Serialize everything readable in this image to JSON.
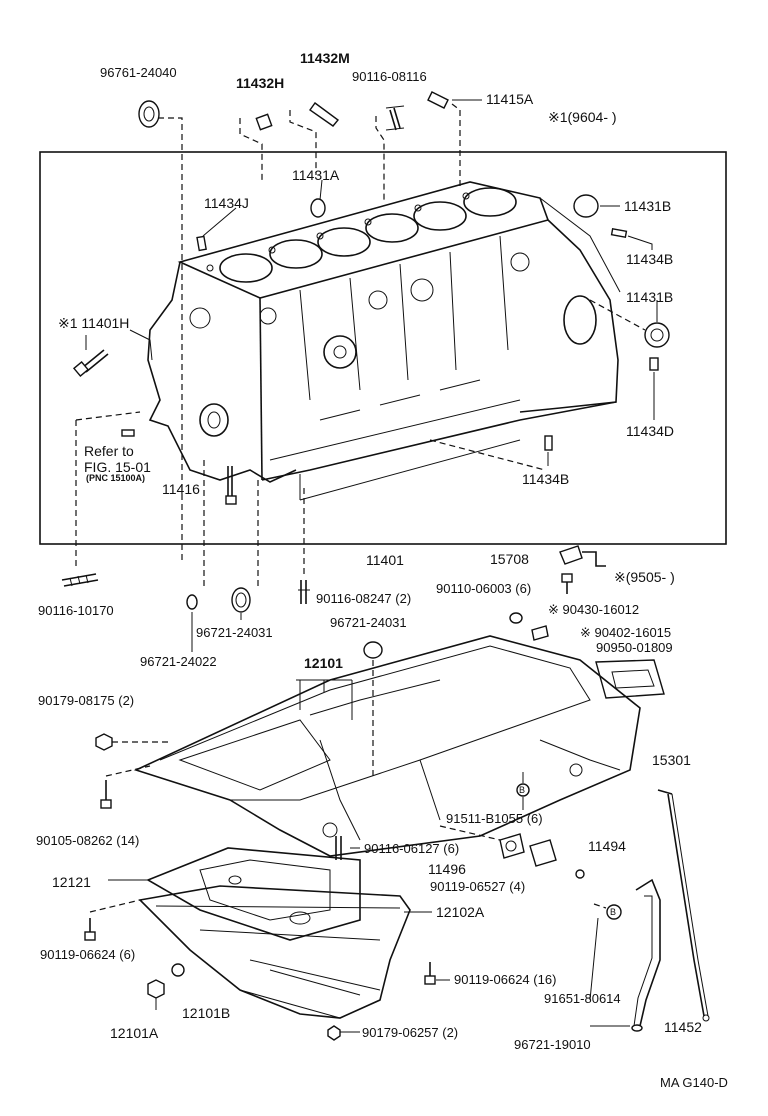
{
  "labels": {
    "p96761_24040": "96761-24040",
    "p11432M": "11432M",
    "p11432H": "11432H",
    "p90116_08116": "90116-08116",
    "p11415A": "11415A",
    "note9604": "※1(9604-        )",
    "p11434J": "11434J",
    "p11431A": "11431A",
    "p11431B_top": "11431B",
    "p11434B_top": "11434B",
    "p11431B_mid": "11431B",
    "p11401H": "※1 11401H",
    "p11434D": "11434D",
    "referTo": "Refer to",
    "fig": "FIG. 15-01",
    "pnc": "(PNC 15100A)",
    "p11416": "11416",
    "p11434B_bot": "11434B",
    "p11401": "11401",
    "p15708": "15708",
    "p90110_06003": "90110-06003 (6)",
    "note9505": "※(9505-        )",
    "p90116_10170": "90116-10170",
    "p90116_08247": "90116-08247 (2)",
    "p96721_24031_a": "96721-24031",
    "p90430_16012": "※ 90430-16012",
    "p96721_24031_b": "96721-24031",
    "p90402_16015": "※ 90402-16015",
    "p96721_24022": "96721-24022",
    "p12101": "12101",
    "p90950_01809": "90950-01809",
    "p90179_08175": "90179-08175 (2)",
    "p15301": "15301",
    "p91511_B1055": "91511-B1055 (6)",
    "p90105_08262": "90105-08262 (14)",
    "p90116_06127": "90116-06127 (6)",
    "p11494": "11494",
    "p11496": "11496",
    "p90119_06527": "90119-06527 (4)",
    "p12121": "12121",
    "p12102A": "12102A",
    "p90119_06624_a": "90119-06624 (6)",
    "p90119_06624_b": "90119-06624 (16)",
    "p12101B": "12101B",
    "p91651_80614": "91651-80614",
    "p12101A": "12101A",
    "p11452": "11452",
    "p90179_06257": "90179-06257 (2)",
    "p96721_19010": "96721-19010",
    "footer": "MA  G140-D",
    "markerB1": "B",
    "markerB2": "B"
  }
}
